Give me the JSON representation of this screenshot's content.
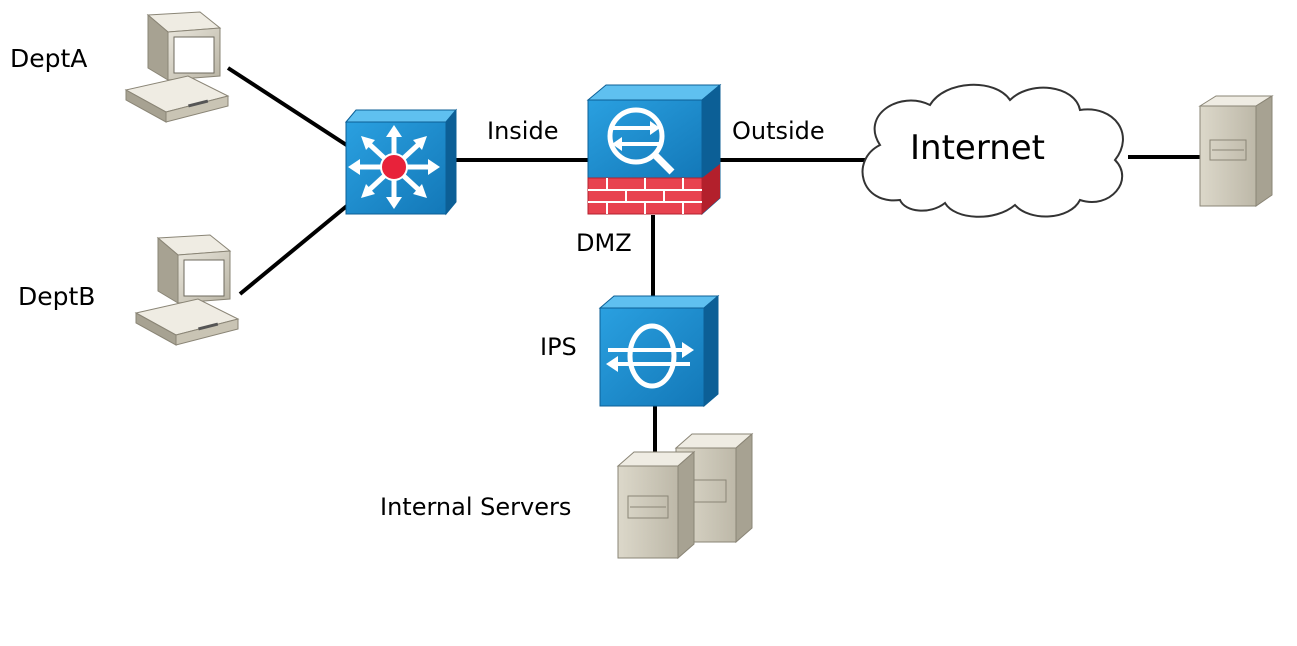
{
  "labels": {
    "dept_a": "DeptA",
    "dept_b": "DeptB",
    "inside": "Inside",
    "outside": "Outside",
    "dmz": "DMZ",
    "ips": "IPS",
    "internet": "Internet",
    "internal_servers": "Internal Servers"
  },
  "colors": {
    "device_blue": "#1b8fd2",
    "device_blue_dark": "#0c5f96",
    "brick_red": "#e8424f",
    "switch_center": "#e8223a",
    "beige": "#d6d2c4",
    "link": "#000000"
  }
}
